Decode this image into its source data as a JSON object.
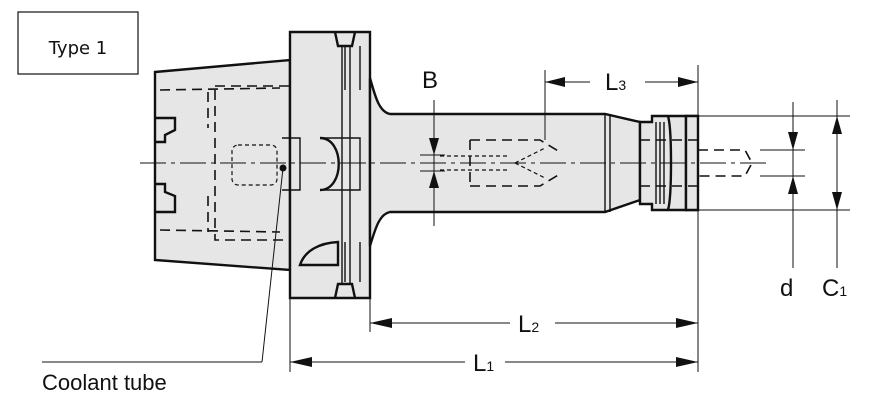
{
  "type_label": "Type 1",
  "labels": {
    "B": "B",
    "L3": "L",
    "L3_sub": "3",
    "L2": "L",
    "L2_sub": "2",
    "L1": "L",
    "L1_sub": "1",
    "d": "d",
    "C1": "C",
    "C1_sub": "1",
    "coolant": "Coolant tube"
  }
}
